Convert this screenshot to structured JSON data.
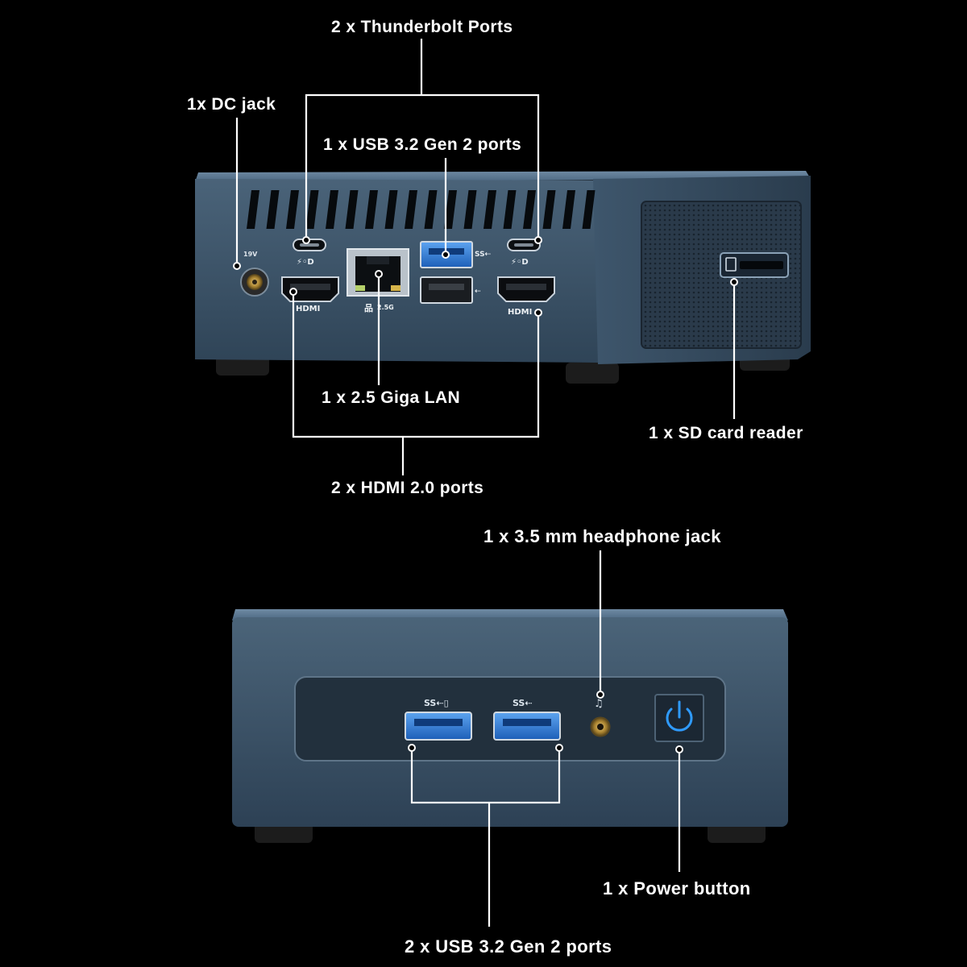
{
  "palette": {
    "background": "#000000",
    "chassis": "#3d556d",
    "chassis_dark": "#2b3d50",
    "port_blue": "#2e7ad8",
    "power_glow": "#2f9bff",
    "line": "#ffffff"
  },
  "rear_panel": {
    "labels": {
      "thunderbolt": "2 x Thunderbolt Ports",
      "dc_jack": "1x DC jack",
      "usb_rear": "1 x USB 3.2 Gen 2 ports",
      "lan": "1 x 2.5 Giga LAN",
      "sd_reader": "1 x SD card reader",
      "hdmi": "2 x HDMI 2.0 ports"
    },
    "port_markings": {
      "hdmi_left": "HDMI",
      "hdmi_right": "HDMI",
      "lan_speed": "2.5G",
      "dc_rating": "19V"
    },
    "icons": [
      "thunderbolt-port-icon",
      "dc-jack-icon",
      "usb-a-port-icon",
      "ethernet-port-icon",
      "hdmi-port-icon",
      "sd-card-slot-icon"
    ]
  },
  "front_panel": {
    "labels": {
      "headphone": "1 x 3.5 mm headphone jack",
      "power": "1 x Power button",
      "usb_front": "2 x USB 3.2 Gen 2 ports"
    },
    "icons": [
      "usb-a-port-icon",
      "headphone-icon",
      "power-icon"
    ]
  }
}
